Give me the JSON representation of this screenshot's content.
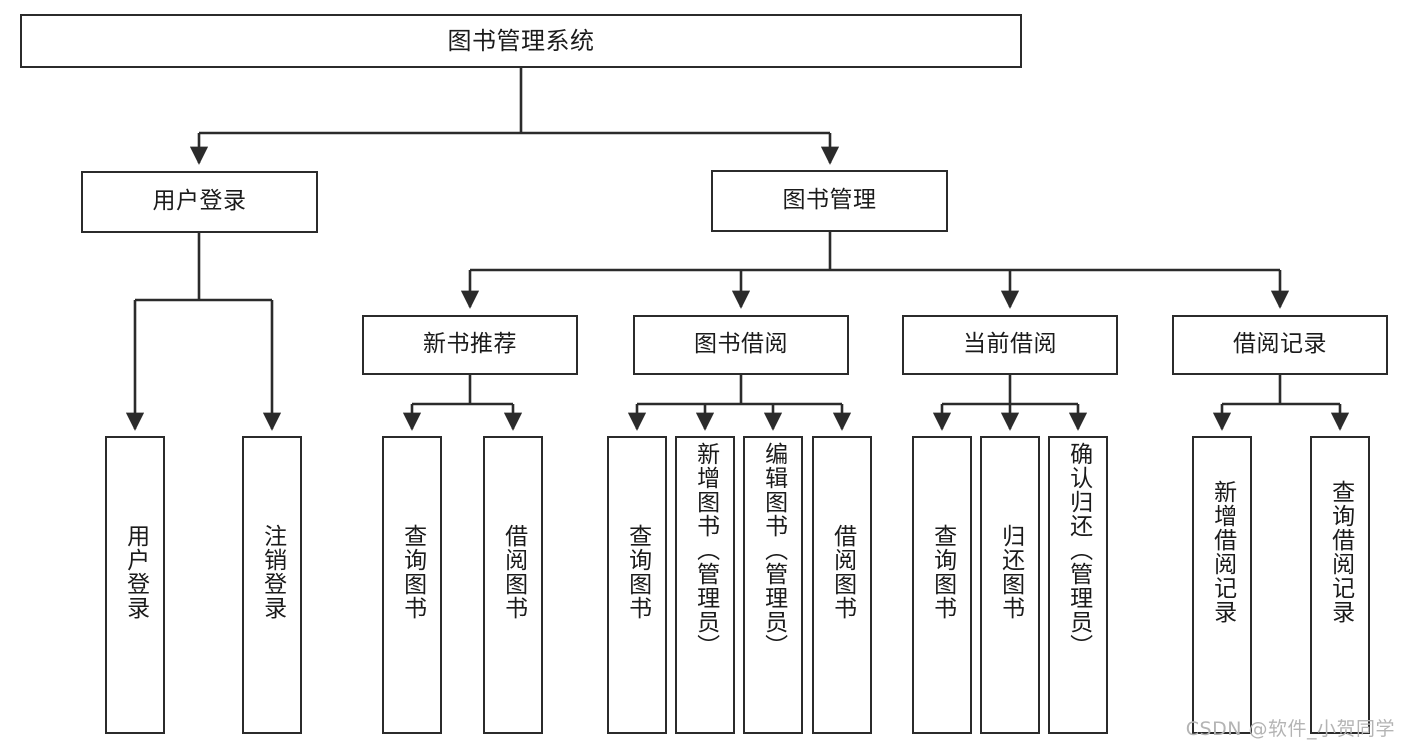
{
  "diagram": {
    "title": "图书管理系统",
    "type": "hierarchy-tree",
    "orientation": "top-down",
    "colors": {
      "border": "#2b2b2b",
      "background": "#ffffff",
      "text": "#1b1b1b",
      "watermark": "#b4b4b4"
    },
    "watermark": "CSDN @软件_小贺同学",
    "levels": {
      "level1": "root",
      "level2": "modules",
      "level3": "submodules",
      "level4": "functions"
    },
    "nodes": {
      "root": {
        "label": "图书管理系统"
      },
      "level2": [
        {
          "id": "user-login",
          "label": "用户登录"
        },
        {
          "id": "book-manage",
          "label": "图书管理"
        }
      ],
      "level3": [
        {
          "id": "new-book-recommend",
          "label": "新书推荐",
          "parent": "book-manage"
        },
        {
          "id": "book-borrow",
          "label": "图书借阅",
          "parent": "book-manage"
        },
        {
          "id": "current-borrow",
          "label": "当前借阅",
          "parent": "book-manage"
        },
        {
          "id": "borrow-record",
          "label": "借阅记录",
          "parent": "book-manage"
        }
      ],
      "leaves": {
        "user_login": [
          {
            "id": "leaf-user-login",
            "label": "用户登录"
          },
          {
            "id": "leaf-user-logout",
            "label": "注销登录"
          }
        ],
        "new_book_recommend": [
          {
            "id": "leaf-query-book-1",
            "label": "查询图书"
          },
          {
            "id": "leaf-borrow-book-1",
            "label": "借阅图书"
          }
        ],
        "book_borrow": [
          {
            "id": "leaf-query-book-2",
            "label": "查询图书"
          },
          {
            "id": "leaf-add-book",
            "label": "新增图书（管理员）"
          },
          {
            "id": "leaf-edit-book",
            "label": "编辑图书（管理员）"
          },
          {
            "id": "leaf-borrow-book-2",
            "label": "借阅图书"
          }
        ],
        "current_borrow": [
          {
            "id": "leaf-query-book-3",
            "label": "查询图书"
          },
          {
            "id": "leaf-return-book",
            "label": "归还图书"
          },
          {
            "id": "leaf-confirm-return",
            "label": "确认归还（管理员）"
          }
        ],
        "borrow_record": [
          {
            "id": "leaf-add-record",
            "label": "新增借阅记录"
          },
          {
            "id": "leaf-query-record",
            "label": "查询借阅记录"
          }
        ]
      }
    }
  }
}
